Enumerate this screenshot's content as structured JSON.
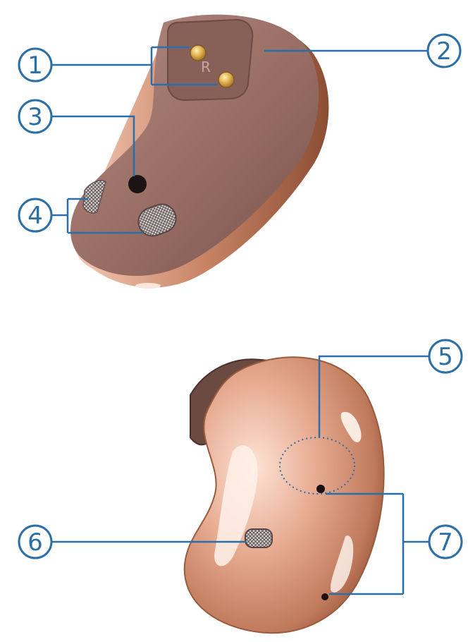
{
  "callouts": [
    {
      "id": 1,
      "label": "1"
    },
    {
      "id": 2,
      "label": "2"
    },
    {
      "id": 3,
      "label": "3"
    },
    {
      "id": 4,
      "label": "4"
    },
    {
      "id": 5,
      "label": "5"
    },
    {
      "id": 6,
      "label": "6"
    },
    {
      "id": 7,
      "label": "7"
    }
  ],
  "earbud_top": {
    "side_marking": "R"
  },
  "colors": {
    "callout": "#2a6fa8",
    "body_matte": "#9a6f66",
    "body_gloss": "#e8b39e",
    "contact_gold": "#d8a84a",
    "mesh": "#8a8a8a"
  }
}
